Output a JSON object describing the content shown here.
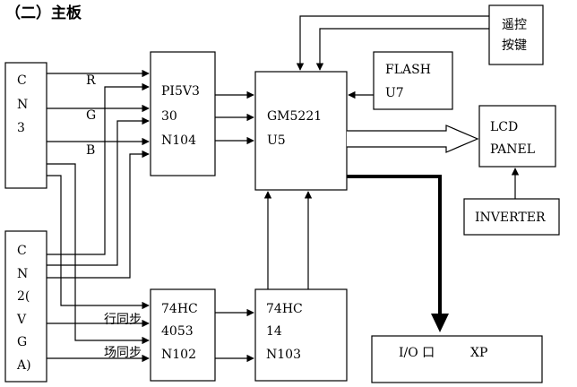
{
  "title": "（二）主板",
  "blocks": {
    "cn3": {
      "lines": [
        "C",
        "N",
        "3"
      ]
    },
    "cn2": {
      "lines": [
        "C",
        "N",
        "2(",
        "V",
        "G",
        "A)"
      ]
    },
    "pi5v330": {
      "lines": [
        "PI5V3",
        "30",
        "N104"
      ]
    },
    "gm5221": {
      "lines": [
        "GM5221",
        "U5"
      ]
    },
    "flash": {
      "lines": [
        "FLASH",
        "U7"
      ]
    },
    "remote": {
      "lines": [
        "遥控",
        "按键"
      ]
    },
    "lcd": {
      "lines": [
        "LCD",
        "PANEL"
      ]
    },
    "inverter": {
      "lines": [
        "INVERTER"
      ]
    },
    "hc4053": {
      "lines": [
        "74HC",
        "4053",
        "N102"
      ]
    },
    "hc14": {
      "lines": [
        "74HC",
        "14",
        "N103"
      ]
    },
    "io": {
      "lines": [
        "I/O 口",
        "XP"
      ]
    }
  },
  "signals": {
    "r": "R",
    "g": "G",
    "b": "B",
    "hsync": "行同步",
    "vsync": "场同步"
  }
}
